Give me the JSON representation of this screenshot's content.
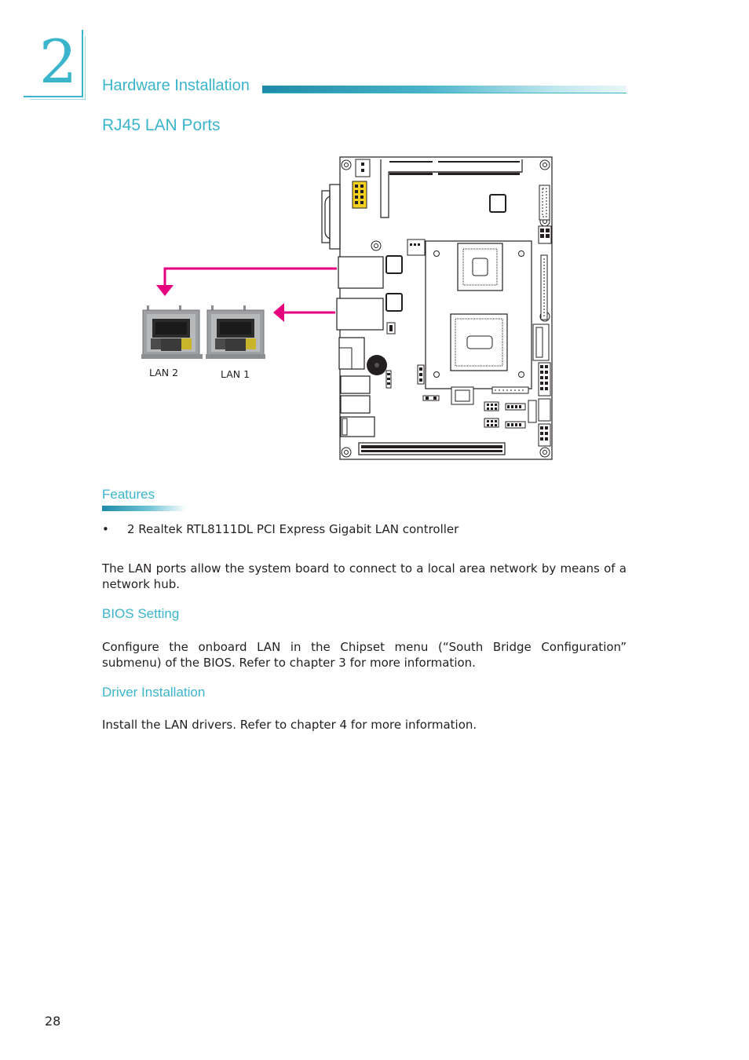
{
  "chapter": {
    "number": "2",
    "section_title": "Hardware Installation"
  },
  "page_heading": "RJ45 LAN Ports",
  "figure": {
    "lan2_label": "LAN 2",
    "lan1_label": "LAN 1",
    "arrow_color": "#e5007e"
  },
  "features": {
    "heading": "Features",
    "items": [
      "2 Realtek RTL8111DL PCI Express Gigabit LAN controller"
    ]
  },
  "intro_paragraph": "The LAN ports allow the system board to connect to a local area network by means of a network hub.",
  "bios": {
    "heading": "BIOS Setting",
    "text": "Configure the onboard LAN in the Chipset menu (“South Bridge Configuration” submenu) of the BIOS. Refer to chapter 3 for more information."
  },
  "driver": {
    "heading": "Driver Installation",
    "text": "Install the LAN drivers. Refer to chapter 4 for more information."
  },
  "page_number": "28",
  "colors": {
    "accent": "#3bb5cc",
    "text": "#231f20"
  }
}
